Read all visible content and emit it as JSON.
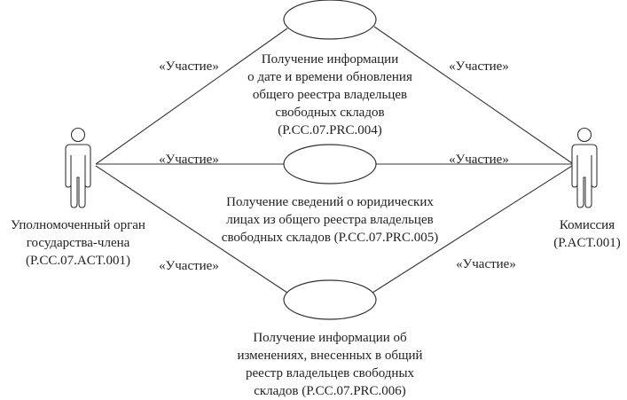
{
  "stereotype": "«Участие»",
  "actors": [
    {
      "id": "left",
      "lines": [
        "Уполномоченный орган",
        "государства-члена",
        "(P.CC.07.ACT.001)"
      ]
    },
    {
      "id": "right",
      "lines": [
        "Комиссия",
        "(P.ACT.001)"
      ]
    }
  ],
  "use_cases": [
    {
      "lines": [
        "Получение информации",
        "о дате и времени обновления",
        "общего реестра владельцев",
        "свободных складов",
        "(P.CC.07.PRC.004)"
      ]
    },
    {
      "lines": [
        "Получение сведений о юридических",
        "лицах из общего реестра владельцев",
        "свободных складов (P.CC.07.PRC.005)"
      ]
    },
    {
      "lines": [
        "Получение информации об",
        "изменениях, внесенных в общий",
        "реестр владельцев свободных",
        "складов (P.CC.07.PRC.006)"
      ]
    }
  ]
}
